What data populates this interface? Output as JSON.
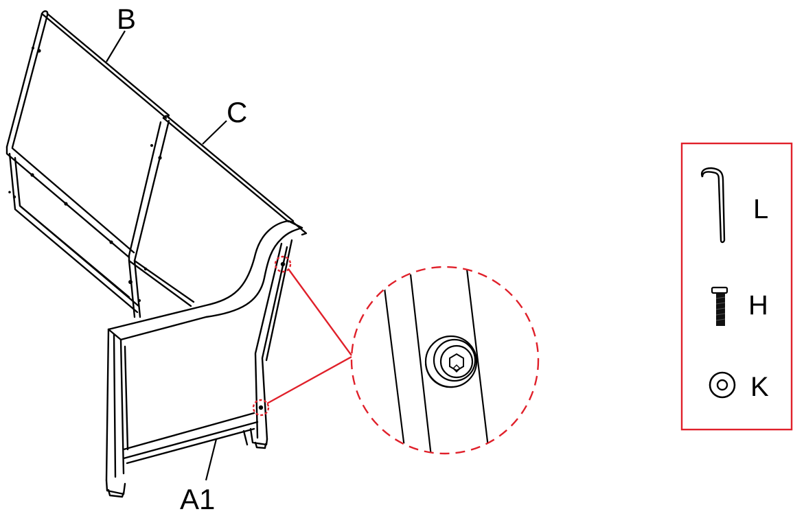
{
  "diagram": {
    "part_labels": {
      "b": "B",
      "c": "C",
      "a1": "A1"
    },
    "hardware_legend": {
      "items": [
        {
          "label": "L",
          "icon": "allen-key-icon"
        },
        {
          "label": "H",
          "icon": "bolt-icon"
        },
        {
          "label": "K",
          "icon": "washer-icon"
        }
      ]
    },
    "colors": {
      "line": "#000000",
      "callout": "#e0202a",
      "panel_fill": "#ffffff"
    }
  }
}
